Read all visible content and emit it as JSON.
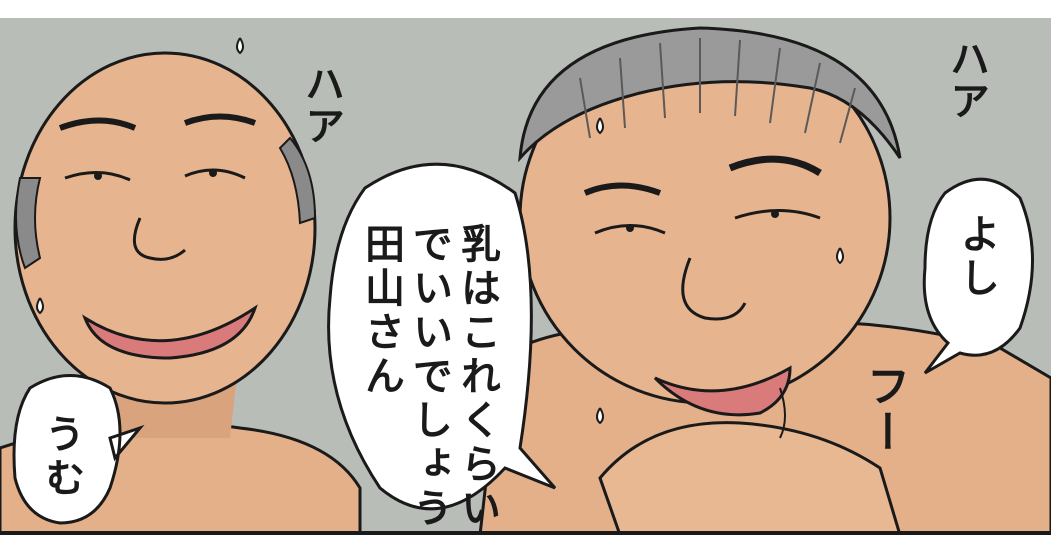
{
  "panel": {
    "colors": {
      "background": "#b9bdb7",
      "skin": "#e6b48f",
      "skin_shadow": "#cf9872",
      "hair_gray": "#9a9a9a",
      "mouth": "#d97b7b",
      "outline": "#1a1a1a",
      "bubble": "#ffffff"
    },
    "sfx_left": "ハア",
    "sfx_right": "ハア",
    "sfx_breath": "フー",
    "bubble_center": {
      "line1": "乳はこれくらい",
      "line2": "でいいでしょう",
      "line3": "田山さん"
    },
    "bubble_right": "よし",
    "bubble_left": "うむ"
  }
}
